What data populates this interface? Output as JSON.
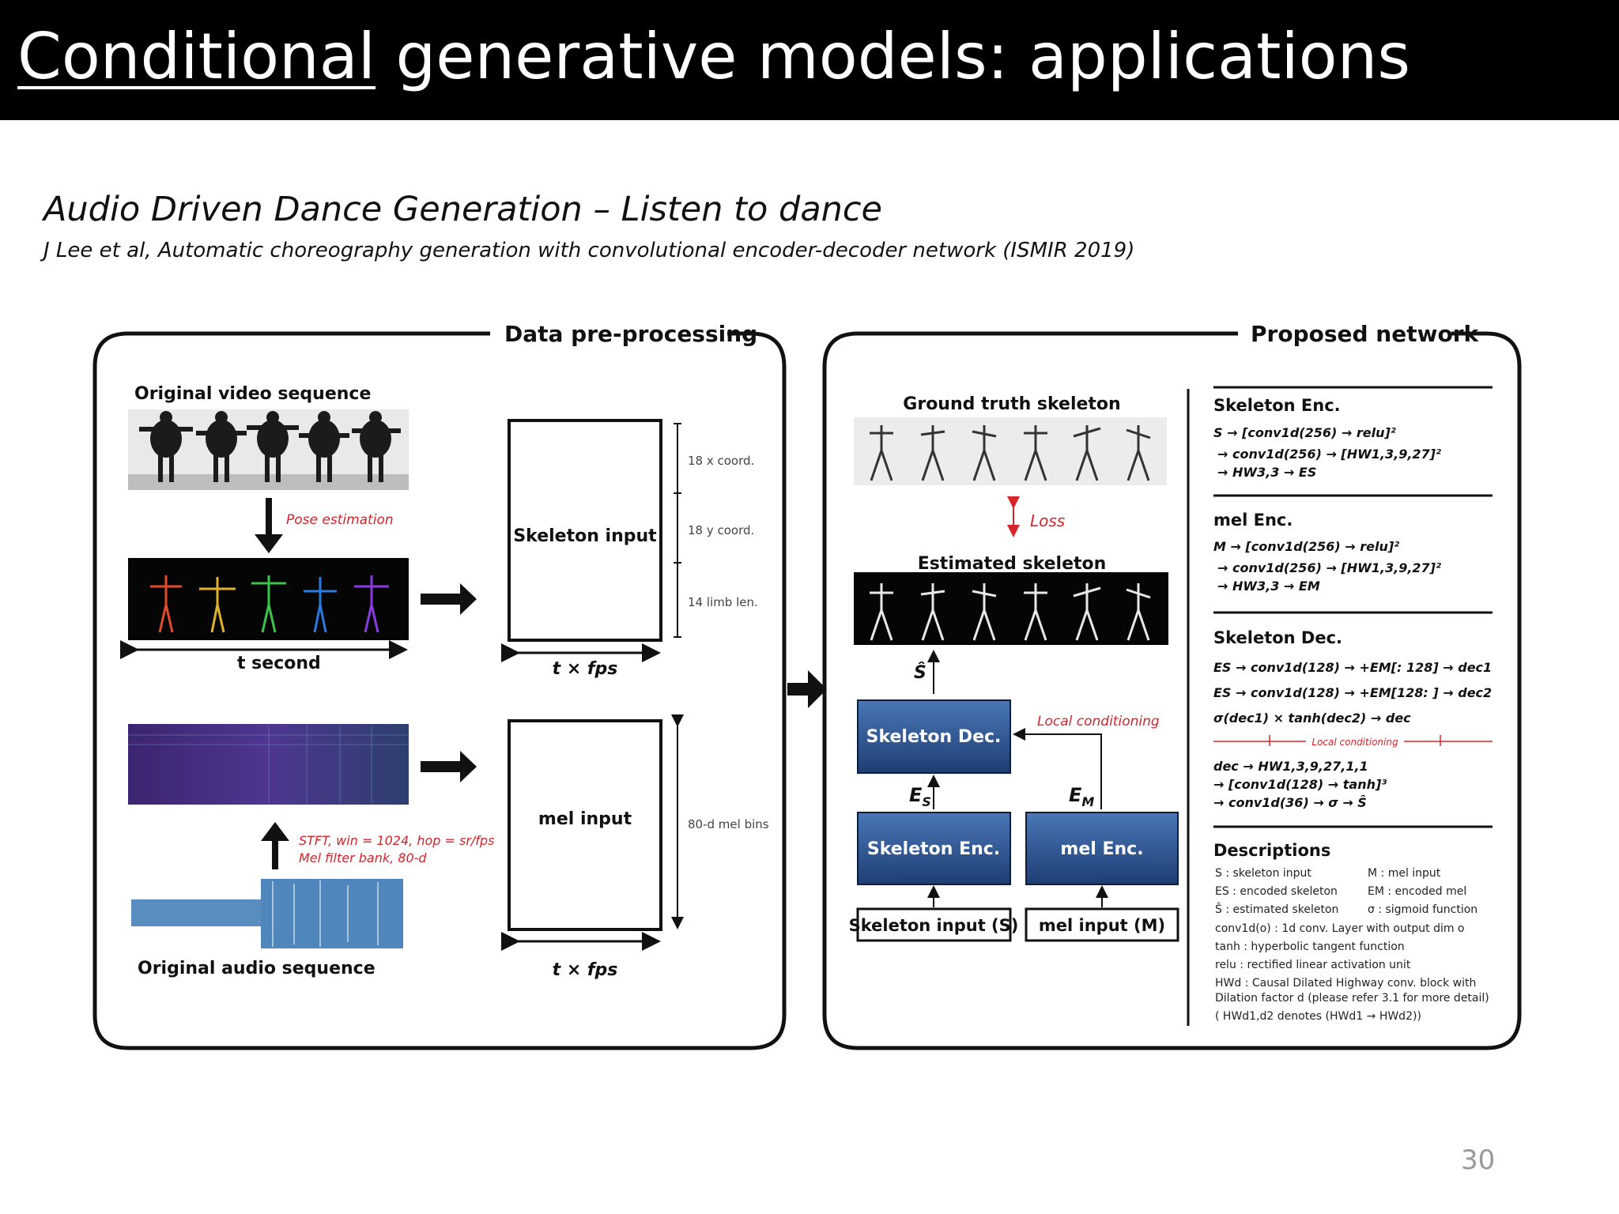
{
  "slide": {
    "title_underlined": "Conditional",
    "title_rest": " generative models: applications",
    "subtitle": "Audio Driven Dance Generation – Listen to dance",
    "citation": "J Lee et al,  Automatic choreography generation with convolutional encoder-decoder network (ISMIR 2019)",
    "page_number": "30"
  },
  "left_panel": {
    "heading": "Data pre-processing",
    "video_label": "Original video sequence",
    "pose_label": "Pose estimation",
    "t_second": "t  second",
    "skeleton_input": "Skeleton input",
    "coord_x": "18 x coord.",
    "coord_y": "18 y coord.",
    "limb": "14 limb len.",
    "t_fps_1": "t × fps",
    "stft_line1": "STFT, win = 1024, hop = sr/fps",
    "stft_line2": "Mel filter bank, 80-d",
    "mel_input": "mel input",
    "mel_bins": "80-d mel bins",
    "audio_label": "Original audio sequence",
    "t_fps_2": "t × fps"
  },
  "right_panel": {
    "heading": "Proposed network",
    "gt_label": "Ground truth skeleton",
    "loss_label": "Loss",
    "est_label": "Estimated skeleton",
    "s_hat": "Ŝ",
    "skel_dec": "Skeleton Dec.",
    "local_cond": "Local conditioning",
    "es_label": "E",
    "es_sub": "S",
    "em_label": "E",
    "em_sub": "M",
    "skel_enc": "Skeleton Enc.",
    "mel_enc": "mel Enc.",
    "skel_in": "Skeleton input (S)",
    "mel_in": "mel input (M)"
  },
  "legend": {
    "skel_enc_title": "Skeleton Enc.",
    "skel_enc_lines": [
      "S → [conv1d(256) → relu]²",
      "→ conv1d(256) → [HW1,3,9,27]²",
      "→ HW3,3 → ES"
    ],
    "mel_enc_title": "mel Enc.",
    "mel_enc_lines": [
      "M → [conv1d(256) → relu]²",
      "→ conv1d(256) → [HW1,3,9,27]²",
      "→ HW3,3 → EM"
    ],
    "skel_dec_title": "Skeleton Dec.",
    "skel_dec_lines": [
      "ES → conv1d(128) → +EM[: 128] → dec1",
      "ES → conv1d(128) → +EM[128: ] → dec2",
      "σ(dec1) × tanh(dec2) → dec"
    ],
    "local_cond_small": "Local conditioning",
    "skel_dec_lines2": [
      "dec → HW1,3,9,27,1,1",
      "→ [conv1d(128) → tanh]³",
      "→ conv1d(36) → σ → Ŝ"
    ],
    "desc_title": "Descriptions",
    "desc_rows": [
      [
        "S : skeleton input",
        "M : mel input"
      ],
      [
        "ES : encoded skeleton",
        "EM : encoded mel"
      ],
      [
        "Ŝ : estimated skeleton",
        "σ : sigmoid function"
      ]
    ],
    "desc_lines": [
      "conv1d(o) : 1d conv. Layer with output dim o",
      "tanh : hyperbolic tangent function",
      "relu : rectified linear activation unit",
      "HWd : Causal Dilated Highway conv. block with",
      "Dilation factor d (please refer 3.1 for more detail)",
      "( HWd1,d2 denotes (HWd1 → HWd2))"
    ]
  },
  "colors": {
    "accent_red": "#d6242b",
    "block_blue": "#2a4f8d",
    "spectrogram": "#4a2f85",
    "waveform": "#3c79b5"
  }
}
